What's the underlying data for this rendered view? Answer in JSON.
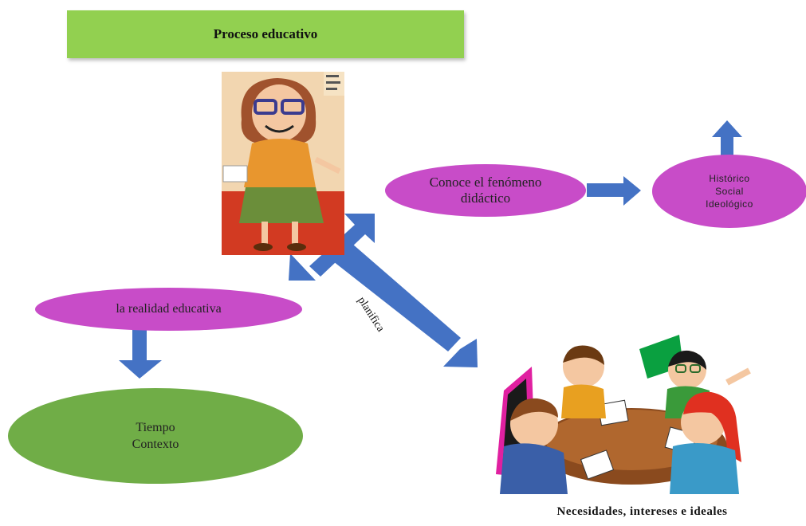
{
  "title": "Proceso educativo",
  "nodes": {
    "conoce": {
      "lines": [
        "Conoce el fenómeno",
        "didáctico"
      ]
    },
    "historico": {
      "lines": [
        "Histórico",
        "Social",
        "Ideológico"
      ]
    },
    "realidad": {
      "label": "la realidad educativa"
    },
    "tiempo": {
      "lines": [
        "Tiempo",
        "Contexto"
      ]
    }
  },
  "edge_label": "planifica",
  "caption": "Necesidades, intereses e ideales",
  "colors": {
    "title_fill": "#92d050",
    "ellipse_magenta": "#c84cc8",
    "ellipse_green": "#70ad47",
    "arrow_blue": "#4472c4"
  },
  "images": {
    "teacher": "teacher-illustration",
    "students": "students-at-table-illustration"
  }
}
